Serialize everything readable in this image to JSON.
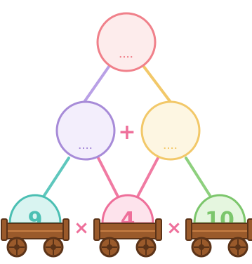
{
  "top": {
    "blank": "....",
    "color": "#f0808a",
    "fill": "#fdecec"
  },
  "middle_left": {
    "blank": "....",
    "color": "#a78bd8",
    "fill": "#f3eefc"
  },
  "middle_right": {
    "blank": "....",
    "color": "#f2c869",
    "fill": "#fdf6e2"
  },
  "middle_operator": "+",
  "bottom_operators": [
    "×",
    "×"
  ],
  "bottom": [
    {
      "value": "9",
      "color": "#4bbfb3",
      "fill": "#d9f4f1"
    },
    {
      "value": "4",
      "color": "#ee6f9a",
      "fill": "#fde3ec"
    },
    {
      "value": "10",
      "color": "#7cc66c",
      "fill": "#e5f6df"
    }
  ],
  "colors": {
    "operator_plus": "#ee6f9a",
    "operator_times": "#ee6f9a",
    "edge_purple": "#b9a0e6",
    "edge_yellow": "#f2c869",
    "edge_teal": "#5ec7bd",
    "edge_pink": "#f07aa2",
    "edge_green": "#8ed07e",
    "cart_wood": "#9a5a2b",
    "cart_dark": "#5b3318",
    "cart_light": "#c67e43"
  }
}
